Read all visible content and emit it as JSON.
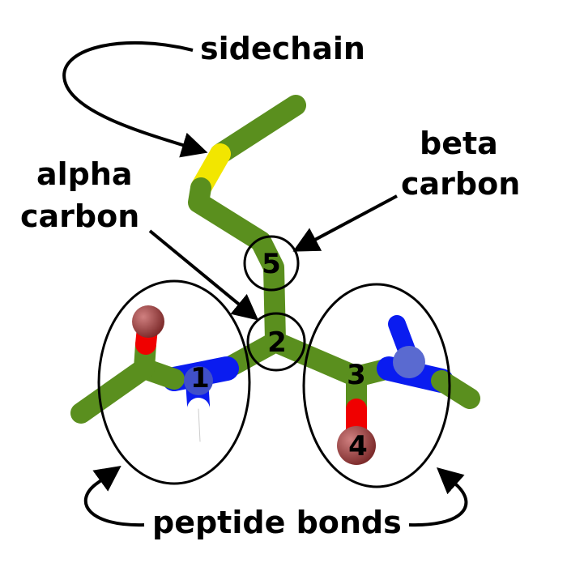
{
  "labels": {
    "sidechain": "sidechain",
    "beta_line1": "beta",
    "beta_line2": "carbon",
    "alpha_line1": "alpha",
    "alpha_line2": "carbon",
    "peptide": "peptide bonds"
  },
  "atom_numbers": [
    "1",
    "2",
    "3",
    "4",
    "5"
  ],
  "colors": {
    "carbon": "#5a8f1e",
    "sulfur": "#f2e600",
    "nitrogen": "#0a1cf0",
    "oxygen": "#f00000",
    "oxygen_ball": "#a04040",
    "hydrogen": "#ffffff"
  }
}
